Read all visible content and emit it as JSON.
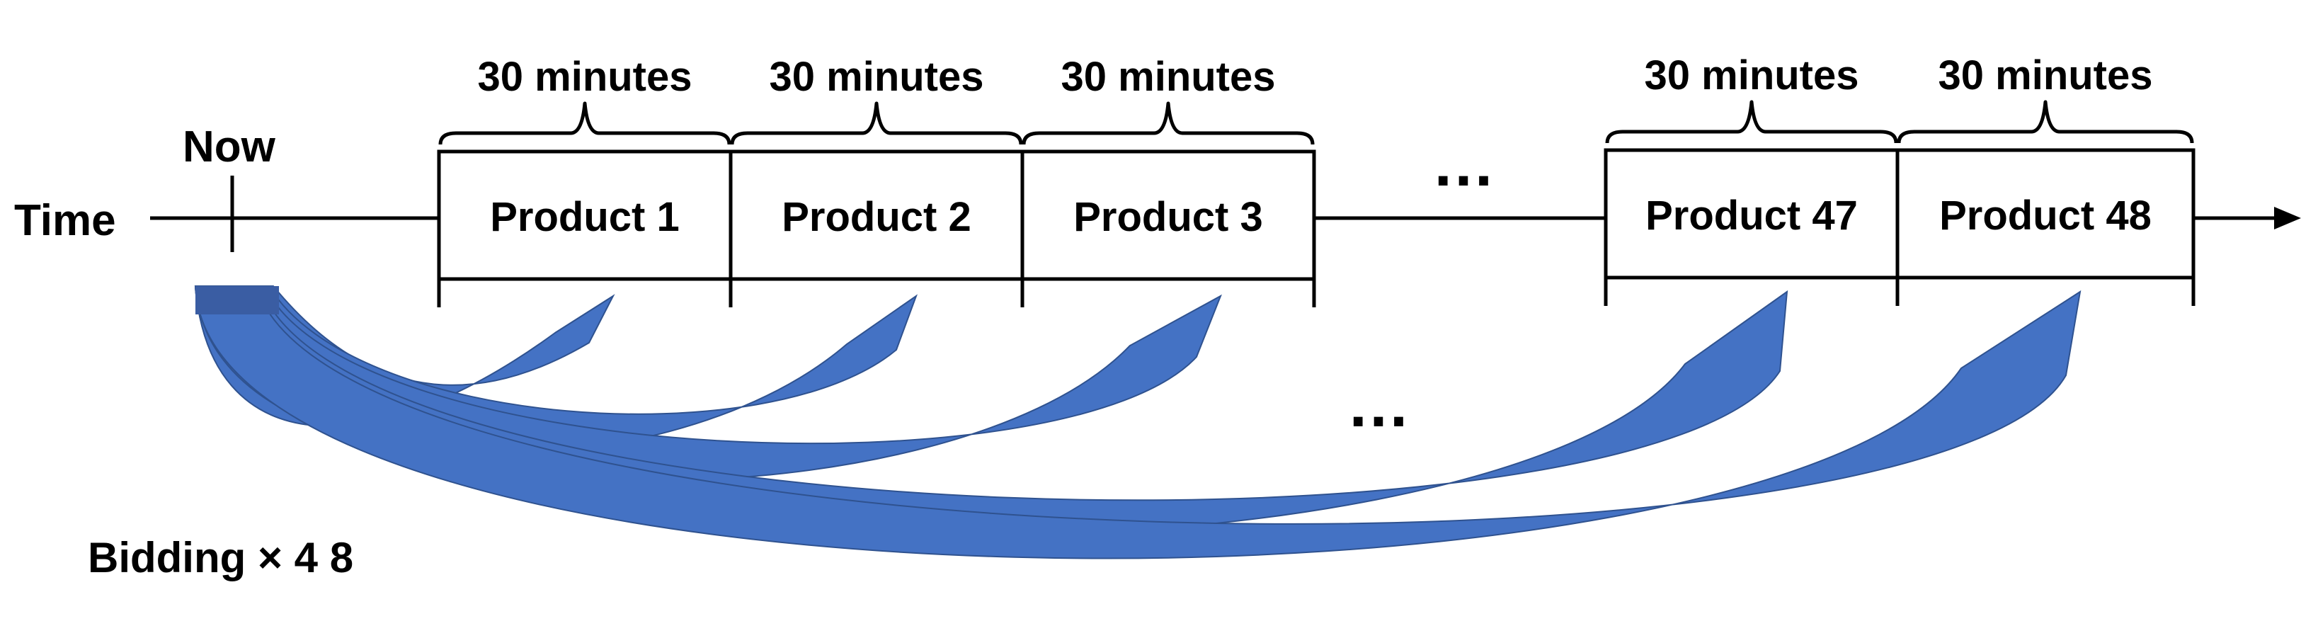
{
  "timeline": {
    "time_label": "Time",
    "now_label": "Now",
    "ellipsis_top": "…",
    "ellipsis_bottom": "…",
    "bidding_label": "Bidding × 4 8"
  },
  "slots": [
    {
      "duration": "30 minutes",
      "product": "Product 1"
    },
    {
      "duration": "30 minutes",
      "product": "Product 2"
    },
    {
      "duration": "30 minutes",
      "product": "Product 3"
    },
    {
      "duration": "30 minutes",
      "product": "Product 47"
    },
    {
      "duration": "30 minutes",
      "product": "Product 48"
    }
  ],
  "colors": {
    "arrow_fill": "#4472C4",
    "arrow_stroke": "#2F528F",
    "line": "#000000"
  }
}
